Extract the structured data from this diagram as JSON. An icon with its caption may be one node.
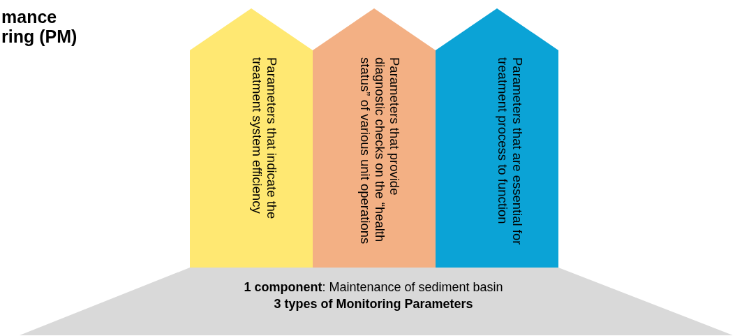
{
  "diagram": {
    "title": "mance ring (PM)",
    "nodes": [
      {
        "text": [
          "Parameters that indicate the treatment system efficiency"
        ]
      },
      {
        "text": [
          "Parameters that provide diagnostic checks on the “health status” of various unit operations"
        ]
      },
      {
        "text": [
          "Parameters that are essential for treatment process to function"
        ]
      },
      {
        "text": [
          "**1 component**: Maintenance of sediment basin",
          "3 types of Monitoring Parameters"
        ]
      }
    ],
    "edges": []
  }
}
